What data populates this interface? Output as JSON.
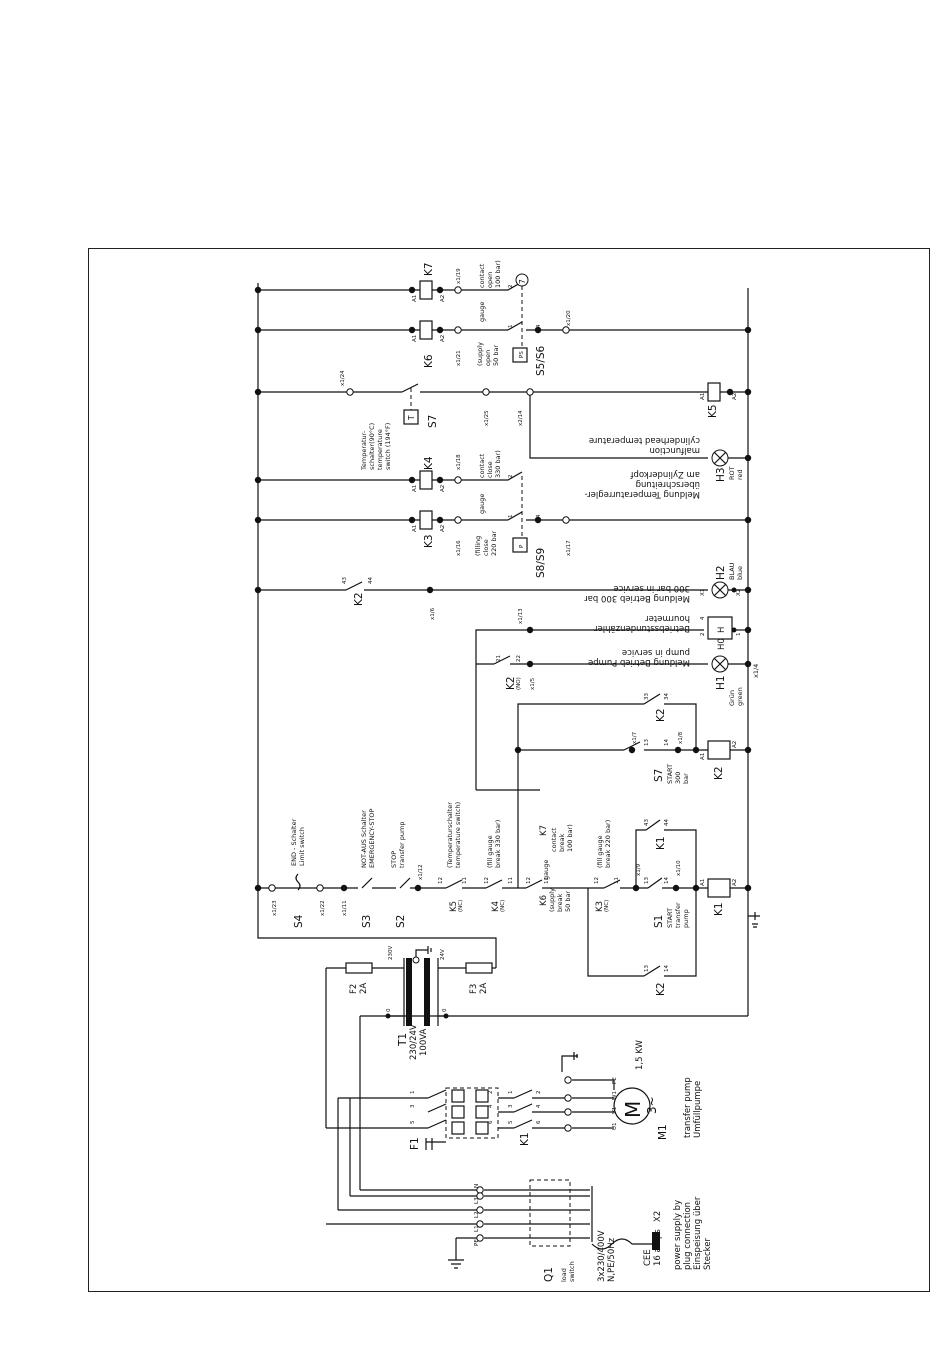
{
  "diagram": {
    "feed": {
      "q1": "Q1",
      "q1_desc_1": "load",
      "q1_desc_2": "switch",
      "supply_1": "3x230/400V",
      "supply_2": "N,PE/50Hz",
      "x2": "X2",
      "cee_1": "CEE",
      "cee_2": "16 amps",
      "plug_1": "power supply by",
      "plug_2": "plug connection",
      "plug_3": "Einspeisung über",
      "plug_4": "Stecker",
      "t_l1": "L1",
      "t_l2": "L2",
      "t_l3": "L3",
      "t_n": "N",
      "t_pe": "PE"
    },
    "protection": {
      "f1": "F1",
      "k1": "K1"
    },
    "motor": {
      "m1": "M1",
      "m_letter": "M",
      "m_phase": "3~",
      "power": "1,5 KW",
      "desc_1": "transfer pump",
      "desc_2": "Umfüllpumpe",
      "u1": "U1",
      "v1": "V1",
      "w1": "W1",
      "pe": "PE"
    },
    "transformer": {
      "t1": "T1",
      "ratio": "230/24V",
      "power": "100VA",
      "f2": "F2",
      "f2_val": "2A",
      "f3": "F3",
      "f3_val": "2A",
      "v230": "230V",
      "v24": "24V",
      "n0": "0",
      "n0b": "0"
    },
    "control_main": {
      "s4": "S4",
      "s4_desc_1": "END - Schalter",
      "s4_desc_2": "Limit switch",
      "s3": "S3",
      "s3_desc_1": "NOT-AUS Schalter",
      "s3_desc_2": "EMERGENCY-STOP",
      "s2": "S2",
      "s2_desc_1": "STOP",
      "s2_desc_2": "transfer pump",
      "k5": "K5",
      "k5_desc_1": "(Temperaturschalter",
      "k5_desc_2": "temperature switch)",
      "k4": "K4",
      "k4_desc_1": "(fill gauge",
      "k4_desc_2": "break 330 bar)",
      "k6": "K6",
      "k6_desc_1": "(supply",
      "k6_desc_2": "gauge",
      "k6_desc_3": "break",
      "k6_desc_4": "50 bar",
      "k7": "K7",
      "k7_desc_1": "contact",
      "k7_desc_2": "break",
      "k7_desc_3": "100 bar)",
      "k3": "K3",
      "k3_desc_1": "(fill gauge",
      "k3_desc_2": "break 220 bar)",
      "s1": "S1",
      "s1_desc_1": "START",
      "s1_desc_2": "transfer",
      "s1_desc_3": "pump",
      "k1": "K1",
      "k2": "K2",
      "nc": "(NC)",
      "no": "(NO)",
      "x123": "x1/23",
      "x122": "x1/22",
      "x111": "x1/11",
      "x112": "x1/12",
      "x19": "x1/9",
      "x110": "x1/10"
    },
    "control_k2": {
      "s7": "S7",
      "s7_desc_1": "START",
      "s7_desc_2": "300",
      "s7_desc_3": "bar",
      "k2": "K2",
      "x17": "x1/7",
      "x18": "x1/8",
      "x15": "x1/5",
      "x14": "x1/4",
      "h1": "H1",
      "h1_desc_1": "Grün",
      "h1_desc_2": "green",
      "h1_msg_1": "Meldung Betrieb Pumpe",
      "h1_msg_2": "pump in service",
      "h0": "H0",
      "h_letter": "H",
      "h0_msg_1": "Betriebsstundenzähler",
      "h0_msg_2": "hourmeter",
      "x113": "x1/13",
      "h2": "H2",
      "h2_desc_1": "BLAU",
      "h2_desc_2": "blue",
      "h2_msg_1": "Meldung Betrieb 300 bar",
      "h2_msg_2": "300 bar in service",
      "x16": "x1/6"
    },
    "gauges": {
      "k3": "K3",
      "k3_desc_1": "(filling",
      "k3_desc_2": "gauge",
      "k3_desc_3": "close",
      "k3_desc_4": "220 bar",
      "k4": "K4",
      "k4_desc_1": "contact",
      "k4_desc_2": "close",
      "k4_desc_3": "330 bar)",
      "s8s9": "S8/S9",
      "x116": "x1/16",
      "x118": "x1/18",
      "x117": "x1/17",
      "h3": "H3",
      "h3_desc_1": "ROT",
      "h3_desc_2": "red",
      "h3_msg_1": "Meldung Temperaturregler-",
      "h3_msg_2": "überschreitung",
      "h3_msg_3": "am Zylinderkopf",
      "h3_msg_4": "malfunction",
      "h3_msg_5": "cylinderhead temperature",
      "s7": "S7",
      "s7_t": "T",
      "s7_desc_1": "Temperatur-",
      "s7_desc_2": "schalter(90°C)",
      "s7_desc_3": "temperature",
      "s7_desc_4": "switch (194°F)",
      "x124": "x1/24",
      "x125": "x1/25",
      "x214": "x2/14",
      "k5": "K5",
      "k6": "K6",
      "k6_desc_1": "(supply",
      "k6_desc_2": "gauge",
      "k6_desc_3": "open",
      "k6_desc_4": "50 bar",
      "k7": "K7",
      "k7_desc_1": "contact",
      "k7_desc_2": "open",
      "k7_desc_3": "100 bar)",
      "s5s6": "S5/S6",
      "ps": "PS",
      "ptr": "P",
      "x121": "x1/21",
      "x119": "x1/19",
      "x120": "x1/20",
      "circle7": "7"
    },
    "pins": {
      "a1": "A1",
      "a2": "A2",
      "n1": "1",
      "n2": "2",
      "n4": "4",
      "n11": "11",
      "n12": "12",
      "n13": "13",
      "n14": "14",
      "n21": "21",
      "n22": "22",
      "n33": "33",
      "n34": "34",
      "n43": "43",
      "n44": "44",
      "n3": "3",
      "n5": "5",
      "n6": "6",
      "x1": "X1",
      "x2": "X2"
    }
  }
}
